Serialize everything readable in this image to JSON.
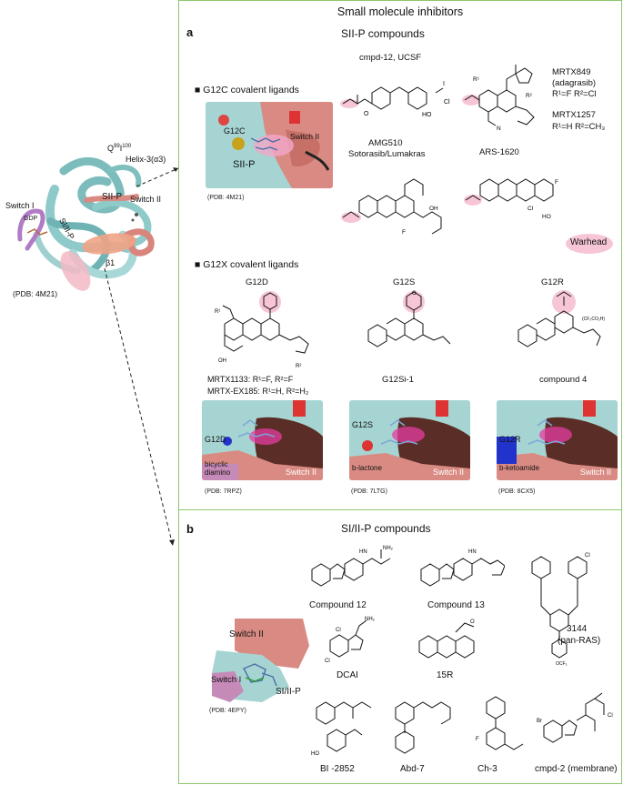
{
  "left": {
    "labels": {
      "q99": "Q",
      "q99_sup": "99",
      "i100": "I",
      "i100_sup": "100",
      "helix": "Helix-3(α3)",
      "switch1": "Switch I",
      "switch2": "Switch II",
      "gdp": "GDP",
      "siip": "SII-P",
      "si_iip": "SI/II-P",
      "beta1": "β1",
      "pdb": "(PDB: 4M21)"
    }
  },
  "top": {
    "title": "Small molecule inhibitors",
    "section_a": {
      "letter": "a",
      "title": "SII-P compounds",
      "g12c": {
        "heading": "■ G12C covalent ligands",
        "structure": {
          "g12c": "G12C",
          "switch2": "Switch II",
          "siip": "SII-P",
          "pdb": "(PDB: 4M21)"
        },
        "compounds": {
          "cmpd12_name": "cmpd-12, UCSF",
          "mrtx849_name": "MRTX849",
          "mrtx849_alias": "(adagrasib)",
          "mrtx849_r": "R¹=F   R²=Cl",
          "mrtx1257_name": "MRTX1257",
          "mrtx1257_r": "R¹=H   R²=CH₃",
          "amg_name": "AMG510",
          "amg_alias": "Sotorasib/Lumakras",
          "ars_name": "ARS-1620",
          "warhead": "Warhead"
        }
      },
      "g12x": {
        "heading": "■ G12X covalent ligands",
        "cols": [
          {
            "title": "G12D",
            "compound": "MRTX1133: R¹=F, R²=F",
            "compound2": "MRTX-EX185: R¹=H, R²=H₂",
            "site": "G12D",
            "warhead_type": "bicyclic\ndiamino",
            "switch": "Switch II",
            "pdb": "(PDB: 7RPZ)"
          },
          {
            "title": "G12S",
            "compound": "G12Si-1",
            "compound2": "",
            "site": "G12S",
            "warhead_type": "b-lactone",
            "switch": "Switch II",
            "pdb": "(PDB: 7LTG)"
          },
          {
            "title": "G12R",
            "compound": "compound 4",
            "compound2": "",
            "site": "G12R",
            "warhead_type": "b-ketoamide",
            "switch": "Switch II",
            "pdb": "(PDB: 8CX5)"
          }
        ]
      }
    }
  },
  "bottom": {
    "section_b": {
      "letter": "b",
      "title": "SI/II-P compounds",
      "structure": {
        "switch2": "Switch II",
        "switch1": "Switch I",
        "si_iip": "SI/II-P",
        "pdb": "(PDB: 4EPY)"
      },
      "compounds": [
        "Compound 12",
        "Compound 13",
        "3144",
        "(pan-RAS)",
        "DCAI",
        "15R",
        "BI -2852",
        "Abd-7",
        "Ch-3",
        "cmpd-2 (membrane)"
      ]
    }
  },
  "colors": {
    "panel_border": "#8dc86b",
    "protein_cyan": "#a9d8d6",
    "switch_salmon": "#d9847c",
    "switch1_pink": "#c58ab8",
    "warhead_pink": "#f7c6d6",
    "oxygen_red": "#d62020",
    "nitrogen_blue": "#2233cc",
    "sulfur_yellow": "#c8a21a"
  }
}
